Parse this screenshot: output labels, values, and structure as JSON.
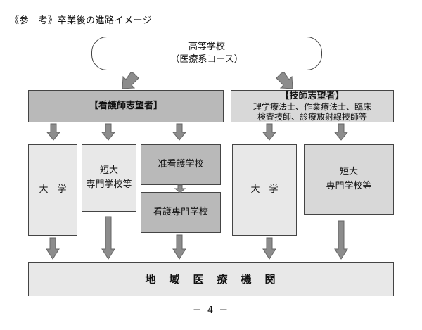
{
  "title": "《参　考》卒業後の進路イメージ",
  "high_school": {
    "line1": "高等学校",
    "line2": "（医療系コース）"
  },
  "nursing_header": "【看護師志望者】",
  "technician_header": {
    "line1": "【技師志望者】",
    "line2": "理学療法士、作業療法士、臨床",
    "line3": "検査技師、診療放射線技師等"
  },
  "boxes": {
    "university_left": "大　学",
    "junior_left": {
      "line1": "短大",
      "line2": "専門学校等"
    },
    "assoc_nursing": "准看護学校",
    "nursing_school": "看護専門学校",
    "university_right": "大　学",
    "junior_right": {
      "line1": "短大",
      "line2": "専門学校等"
    }
  },
  "bottom": "地　域　医　療　機　関",
  "page_number": "－ 4 －"
}
